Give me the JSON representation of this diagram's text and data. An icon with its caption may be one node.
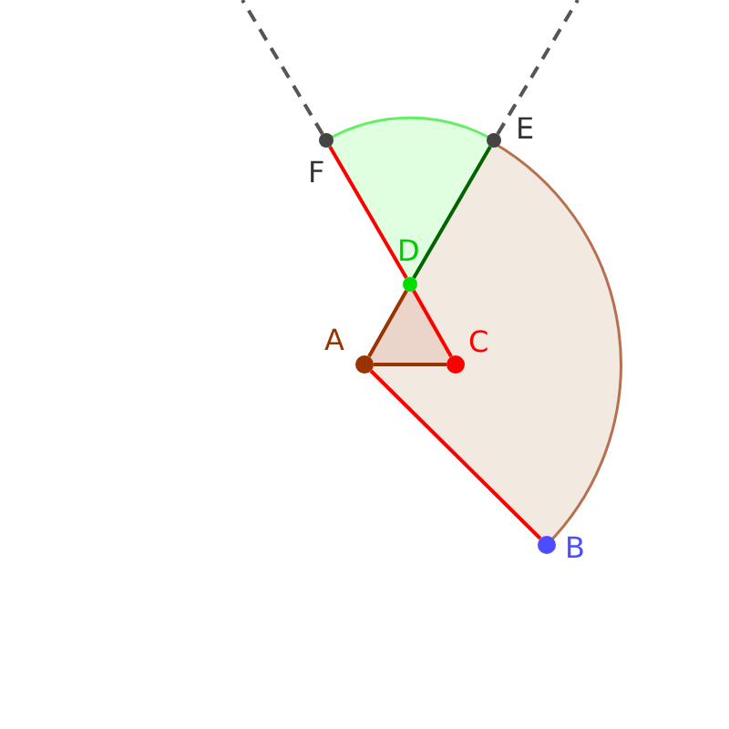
{
  "diagram": {
    "nodes": [
      {
        "text": [],
        "shape": "circle",
        "beside": [
          "A"
        ]
      },
      {
        "text": [],
        "shape": "circle",
        "beside": [
          "B"
        ]
      },
      {
        "text": [],
        "shape": "circle",
        "beside": [
          "C"
        ]
      },
      {
        "text": [],
        "shape": "circle",
        "beside": [
          "D"
        ]
      },
      {
        "text": [],
        "shape": "circle",
        "beside": [
          "E"
        ]
      },
      {
        "text": [],
        "shape": "circle",
        "beside": [
          "F"
        ]
      }
    ],
    "edges": [
      {
        "from": 0,
        "to": 1,
        "arrow": "none"
      },
      {
        "from": 5,
        "to": 3,
        "arrow": "none"
      },
      {
        "from": 3,
        "to": 2,
        "arrow": "none"
      },
      {
        "from": 0,
        "to": 2,
        "arrow": "none",
        "color": "#993300"
      },
      {
        "from": 0,
        "to": 3,
        "arrow": "none",
        "color": "#993300"
      },
      {
        "from": 3,
        "to": 4,
        "arrow": "none",
        "color": "#006400"
      },
      {
        "from": 5,
        "to": null,
        "arrow": "none",
        "style": "dashed",
        "color": "#555555"
      },
      {
        "from": 4,
        "to": null,
        "arrow": "none",
        "style": "dashed",
        "color": "#555555"
      }
    ]
  }
}
